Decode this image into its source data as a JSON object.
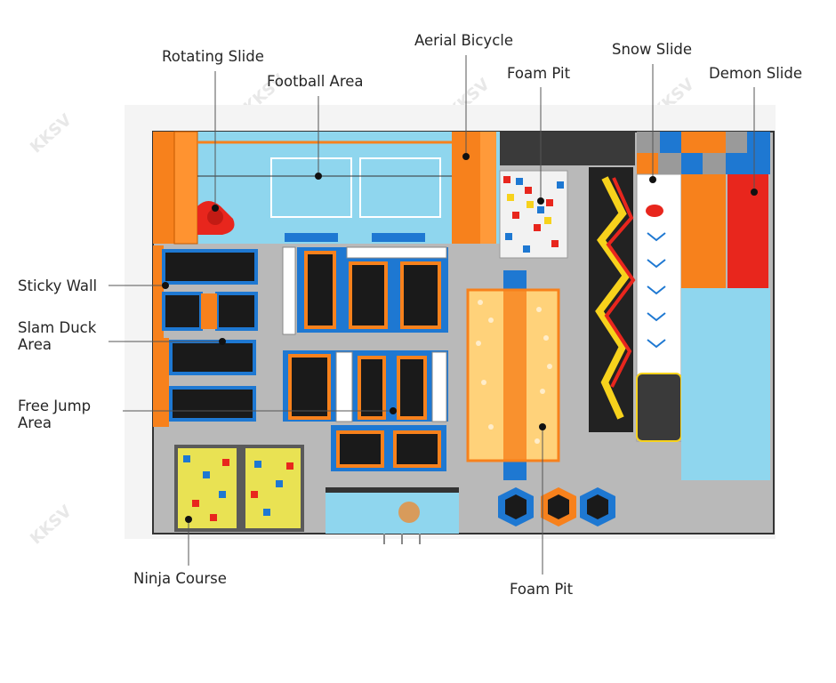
{
  "labels": {
    "rotating_slide": "Rotating Slide",
    "football_area": "Football Area",
    "aerial_bicycle": "Aerial Bicycle",
    "foam_pit_top": "Foam Pit",
    "snow_slide": "Snow Slide",
    "demon_slide": "Demon Slide",
    "sticky_wall": "Sticky Wall",
    "slam_duck_area": "Slam Duck Area",
    "free_jump_area": "Free Jump Area",
    "ninja_course": "Ninja Course",
    "foam_pit_bottom": "Foam Pit"
  },
  "watermark": "KKSV",
  "colors": {
    "orange": "#f7811c",
    "blue": "#1e78d2",
    "light_blue": "#8fd6ee",
    "red": "#e8261d",
    "dark": "#2a2a2a",
    "floor": "#b8b8b8"
  }
}
